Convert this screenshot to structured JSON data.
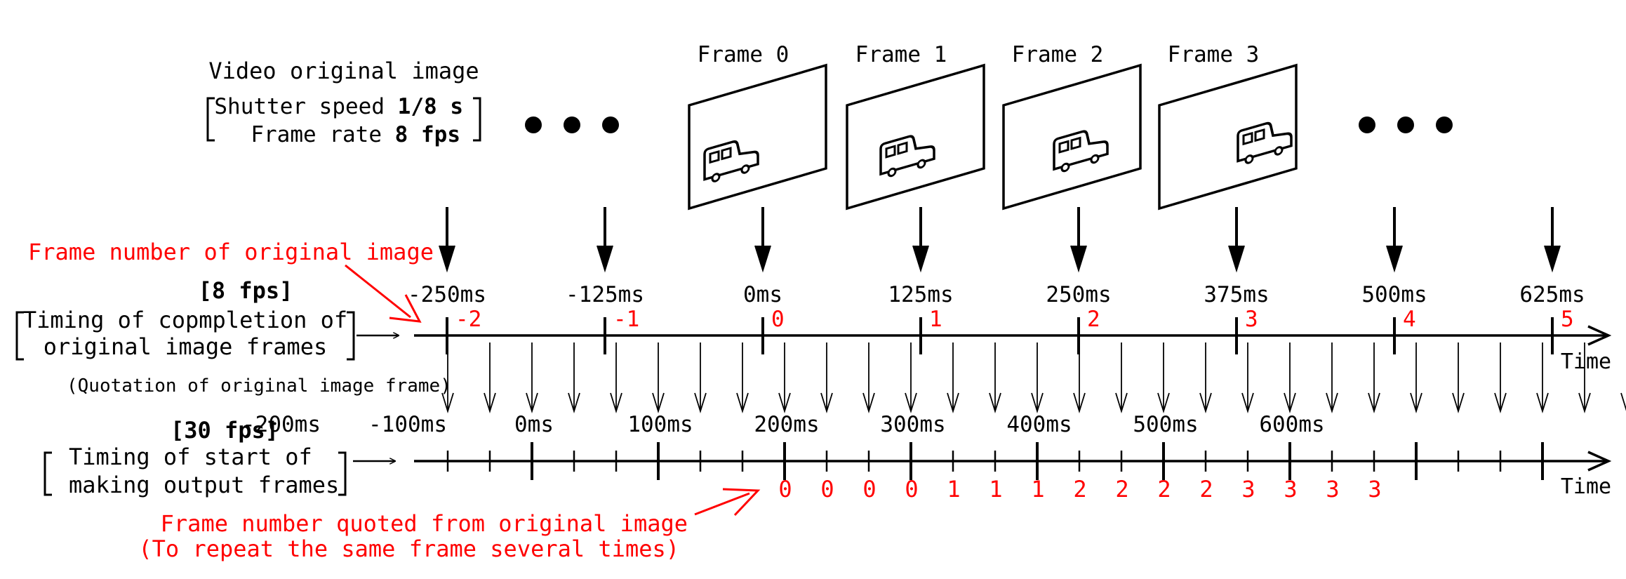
{
  "header": {
    "title": "Video original image",
    "shutter_label": "Shutter speed ",
    "shutter_value": "1/8 s",
    "rate_label": "Frame rate ",
    "rate_value": "8 fps"
  },
  "frames": [
    "Frame 0",
    "Frame 1",
    "Frame 2",
    "Frame 3"
  ],
  "labels": {
    "frame_number_annotation": "Frame number of original image",
    "top_fps": "[8 fps]",
    "top_line1": "Timing of copmpletion of",
    "top_line2": "original image frames",
    "quotation": "(Quotation of original image frame)",
    "bottom_fps": "[30 fps]",
    "bottom_line1": "Timing of start of",
    "bottom_line2": "making output frames",
    "quoted_line1": "Frame number quoted from original image",
    "quoted_line2": "(To repeat the same frame several times)",
    "time_axis": "Time"
  },
  "top_axis": {
    "times": [
      "-250ms",
      "-125ms",
      "0ms",
      "125ms",
      "250ms",
      "375ms",
      "500ms",
      "625ms"
    ],
    "frame_numbers": [
      "-2",
      "-1",
      "0",
      "1",
      "2",
      "3",
      "4",
      "5"
    ]
  },
  "bottom_axis": {
    "times": [
      "-200ms",
      "-100ms",
      "0ms",
      "100ms",
      "200ms",
      "300ms",
      "400ms",
      "500ms",
      "600ms"
    ],
    "quoted_frames": [
      "0",
      "0",
      "0",
      "0",
      "1",
      "1",
      "1",
      "2",
      "2",
      "2",
      "2",
      "3",
      "3",
      "3",
      "3"
    ]
  },
  "colors": {
    "annotation": "#ff0000",
    "ink": "#000000"
  }
}
